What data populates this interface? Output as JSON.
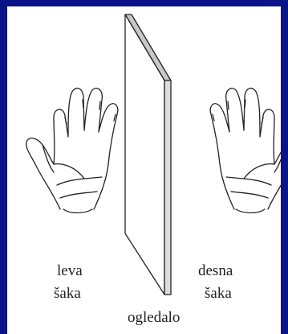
{
  "colors": {
    "frame": "#0b1486",
    "panel": "#ffffff",
    "ink": "#222222"
  },
  "labels": {
    "left_hand_line1": "leva",
    "left_hand_line2": "šaka",
    "right_hand_line1": "desna",
    "right_hand_line2": "šaka",
    "mirror": "ogledalo"
  },
  "icons": [
    "left-hand-icon",
    "mirror-icon",
    "right-hand-icon"
  ]
}
